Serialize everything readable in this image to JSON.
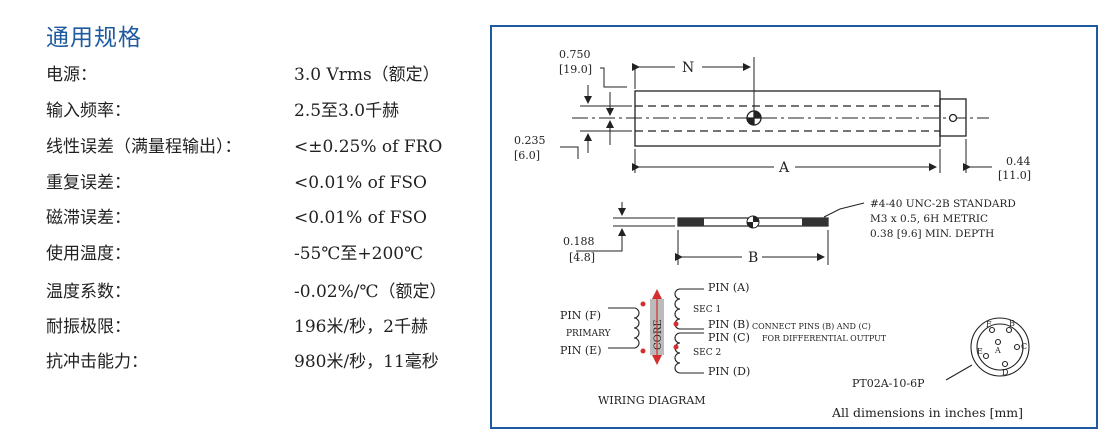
{
  "title": "通用规格",
  "specs": [
    {
      "label": "电源：",
      "value": "3.0 Vrms（额定）"
    },
    {
      "label": "输入频率：",
      "value": "2.5至3.0千赫"
    },
    {
      "label": "线性误差（满量程输出）：",
      "value": "<±0.25% of FRO"
    },
    {
      "label": "重复误差：",
      "value": "<0.01% of FSO"
    },
    {
      "label": "磁滞误差：",
      "value": "<0.01% of FSO"
    },
    {
      "label": "使用温度：",
      "value": "-55℃至+200℃"
    },
    {
      "label": "温度系数：",
      "value": "-0.02%/℃（额定）"
    },
    {
      "label": "耐振极限：",
      "value": "196米/秒，2千赫"
    },
    {
      "label": "抗冲击能力：",
      "value": "980米/秒，11毫秒"
    }
  ],
  "drawing": {
    "dim_0750": "0.750",
    "dim_0750_mm": "[19.0]",
    "dim_n": "N",
    "dim_0235": "0.235",
    "dim_0235_mm": "[6.0]",
    "dim_a": "A",
    "dim_044": "0.44",
    "dim_044_mm": "[11.0]",
    "thread_1": "#4-40 UNC-2B STANDARD",
    "thread_2": "M3 x 0.5, 6H METRIC",
    "thread_3": "0.38 [9.6] MIN. DEPTH",
    "dim_0188": "0.188",
    "dim_0188_mm": "[4.8]",
    "dim_b": "B",
    "pin_a": "PIN (A)",
    "sec1": "SEC 1",
    "pin_f": "PIN (F)",
    "primary": "PRIMARY",
    "pin_e": "PIN (E)",
    "core": "CORE",
    "pin_b": "PIN (B)",
    "pin_c": "PIN (C)",
    "connect_1": "CONNECT PINS (B) AND (C)",
    "connect_2": "FOR DIFFERENTIAL OUTPUT",
    "sec2": "SEC 2",
    "pin_d": "PIN (D)",
    "wiring_label": "WIRING DIAGRAM",
    "connector_label": "PT02A-10-6P",
    "conn_a": "A",
    "conn_b": "B",
    "conn_c": "C",
    "conn_d": "D",
    "conn_e": "E",
    "conn_f": "F",
    "footer_note": "All dimensions in inches [mm]"
  },
  "colors": {
    "accent": "#1d5a9e",
    "marker": "#d32f2f"
  }
}
